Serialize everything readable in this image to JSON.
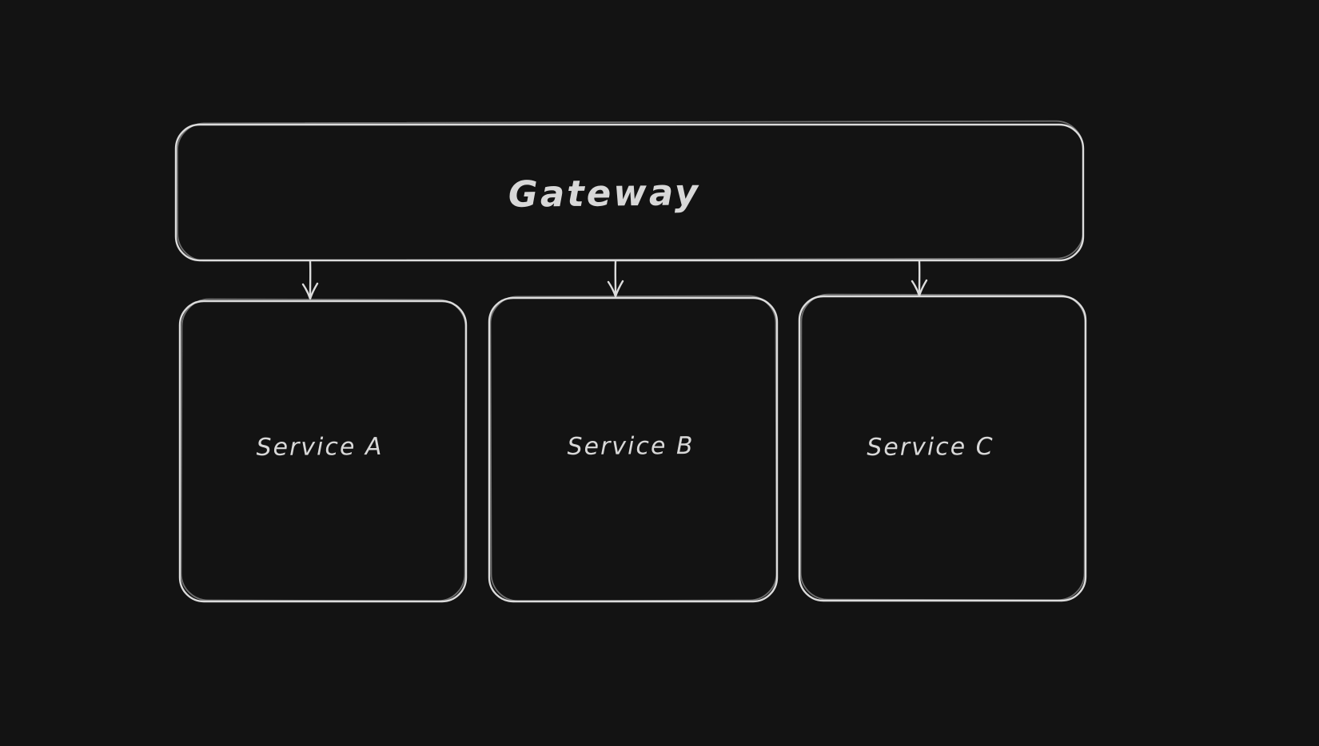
{
  "canvas": {
    "background": "#131313",
    "stroke_color": "#dcdcdc",
    "text_color": "#d8d8d8"
  },
  "nodes": {
    "gateway": {
      "label": "Gateway"
    },
    "service_a": {
      "label": "Service A"
    },
    "service_b": {
      "label": "Service B"
    },
    "service_c": {
      "label": "Service C"
    }
  },
  "edges": [
    {
      "from": "gateway",
      "to": "service_a"
    },
    {
      "from": "gateway",
      "to": "service_b"
    },
    {
      "from": "gateway",
      "to": "service_c"
    }
  ]
}
